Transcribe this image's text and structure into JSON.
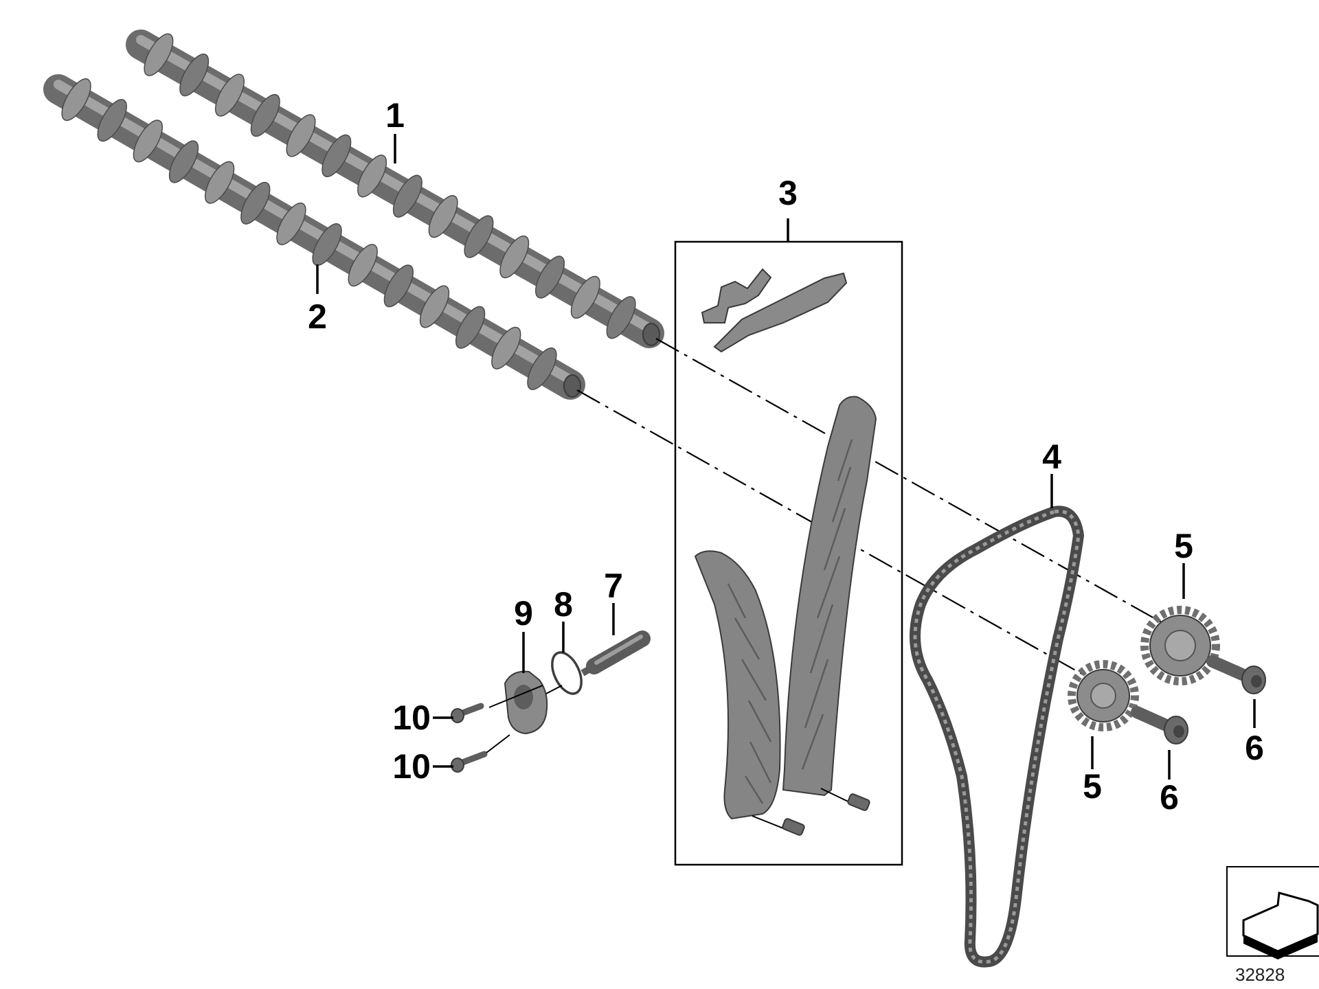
{
  "diagram": {
    "callouts": {
      "c1": "1",
      "c2": "2",
      "c3": "3",
      "c4": "4",
      "c5a": "5",
      "c5b": "5",
      "c6a": "6",
      "c6b": "6",
      "c7": "7",
      "c8": "8",
      "c9": "9",
      "c10a": "10",
      "c10b": "10"
    },
    "reference_number": "32828",
    "colors": {
      "part_fill": "#8a8a8a",
      "part_dark": "#5f5f5f",
      "part_light": "#b5b5b5",
      "line": "#000000"
    }
  }
}
